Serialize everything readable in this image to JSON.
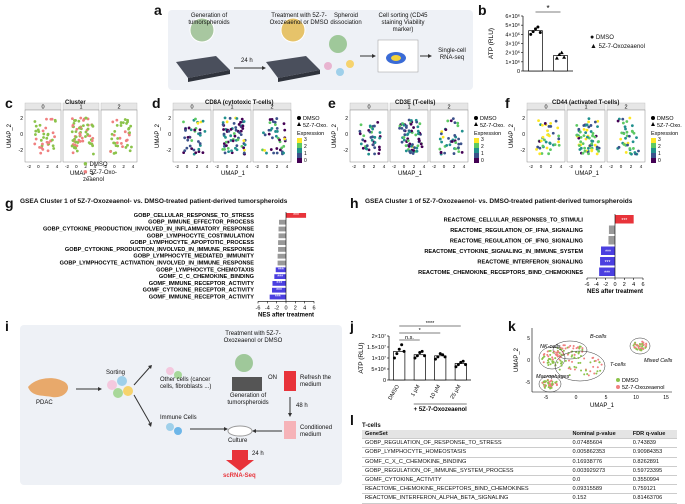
{
  "panel_labels": {
    "a": "a",
    "b": "b",
    "c": "c",
    "d": "d",
    "e": "e",
    "f": "f",
    "g": "g",
    "h": "h",
    "i": "i",
    "j": "j",
    "k": "k",
    "l": "l"
  },
  "panel_a": {
    "step1": "Generation of tumorspheroids",
    "step2": "Treatment with 5Z-7-Oxozeaenol or DMSO",
    "arrow_time": "24 h",
    "step3": "Spheroid dissociation",
    "step4": "Cell sorting (CD45 staining Viability marker)",
    "step5": "Single-cell RNA-seq"
  },
  "panel_b": {
    "ylabel": "ATP (RLU)",
    "ticks": [
      "0",
      "1×10⁶",
      "2×10⁶",
      "3×10⁶",
      "4×10⁶",
      "5×10⁶",
      "6×10⁶"
    ],
    "sig": "*",
    "legend": [
      "DMSO",
      "5Z-7-Oxozeaenol"
    ]
  },
  "umap_common": {
    "facets": [
      "0",
      "1",
      "2"
    ],
    "xlabel": "UMAP_1",
    "ylabel": "UMAP_2",
    "xticks": [
      "-2",
      "0",
      "2",
      "4"
    ],
    "yticks": [
      "2",
      "0",
      "-2"
    ]
  },
  "panel_c": {
    "title": "Cluster",
    "legend": [
      "DMSO",
      "5Z-7-Oxo-zeaenol"
    ]
  },
  "panel_d": {
    "title": "CD8A (cytotoxic T-cells)"
  },
  "panel_e": {
    "title": "CD3E (T-cells)"
  },
  "panel_f": {
    "title": "CD44 (activated T-cells)"
  },
  "expr_legend": {
    "shapes": [
      "DMSO",
      "5Z-7-Oxo."
    ],
    "title": "Expression",
    "ticks": [
      "3",
      "2",
      "1",
      "0"
    ]
  },
  "panel_g": {
    "title": "GSEA Cluster 1 of 5Z-7-Oxozeaenol- vs. DMSO-treated patient-derived tumorspheroids",
    "xlabel": "NES after treatment",
    "xticks": [
      "-6",
      "-4",
      "-2",
      "0",
      "2",
      "4",
      "6"
    ]
  },
  "panel_h": {
    "title": "GSEA Cluster 1 of 5Z-7-Oxozeaenol- vs. DMSO-treated patient-derived tumorspheroids",
    "xlabel": "NES after treatment",
    "xticks": [
      "-6",
      "-4",
      "-2",
      "0",
      "2",
      "4",
      "6"
    ]
  },
  "panel_i": {
    "pdac": "PDAC",
    "sorting": "Sorting",
    "other_cells": "Other cells (cancer cells, fibroblasts ...)",
    "treatment": "Treatment with 5Z-7-Oxozeaenol or DMSO",
    "on": "ON",
    "generation": "Generation of tumorspheroids",
    "refresh": "Refresh the medium",
    "h48": "48 h",
    "immune": "Immune Cells",
    "culture": "Culture",
    "conditioned": "Conditioned medium",
    "h24": "24 h",
    "scrna": "scRNA-Seq"
  },
  "panel_j": {
    "ylabel": "ATP (RLU)",
    "yticks": [
      "0",
      "5×10⁶",
      "1×10⁷",
      "1.5×10⁷",
      "2×10⁷"
    ],
    "sig": [
      "****",
      "*",
      "n.s."
    ],
    "group_label": "+ 5Z-7-Oxozeaenol"
  },
  "panel_k": {
    "labels": [
      "B-cells",
      "NK-cells",
      "T-cells",
      "Mixed Cells",
      "Macrophages"
    ],
    "legend": [
      "DMSO",
      "5Z-7-Oxozeaenol"
    ],
    "xlabel": "UMAP_1",
    "ylabel": "UMAP_2",
    "xticks": [
      "-5",
      "0",
      "5",
      "10",
      "15"
    ],
    "yticks": [
      "5",
      "0",
      "-5"
    ]
  },
  "panel_l": {
    "title": "T-cells",
    "headers": [
      "GeneSet",
      "Nominal p-value",
      "FDR q-value"
    ],
    "rows": [
      [
        "GOBP_REGULATION_OF_RESPONSE_TO_STRESS",
        "0.07485604",
        "0.743839"
      ],
      [
        "GOBP_LYMPHOCYTE_HOMEOSTASIS",
        "0.005862353",
        "0.90984353"
      ],
      [
        "GOMF_C_X_C_CHEMOKINE_BINDING",
        "0.16938776",
        "0.8262891"
      ],
      [
        "GOBP_REGULATION_OF_IMMUNE_SYSTEM_PROCESS",
        "0.003929273",
        "0.59723395"
      ],
      [
        "GOMF_CYTOKINE_ACTIVITY",
        "0.0",
        "0.3550994"
      ],
      [
        "REACTOME_CHEMOKINE_RECEPTORS_BIND_CHEMOKINES",
        "0.09315589",
        "0.759121"
      ],
      [
        "REACTOME_INTERFERON_ALPHA_BETA_SIGNALING",
        "0.152",
        "0.81463706"
      ]
    ]
  },
  "chart_data": [
    {
      "panel": "b",
      "type": "bar",
      "categories": [
        "DMSO",
        "5Z-7-Oxozeaenol"
      ],
      "values": [
        4400000,
        1700000
      ],
      "points": [
        [
          4000000,
          4300000,
          4600000,
          4800000,
          4200000
        ],
        [
          1400000,
          1800000,
          2000000,
          1500000
        ]
      ],
      "ylabel": "ATP (RLU)",
      "ylim": [
        0,
        6000000
      ]
    },
    {
      "panel": "g",
      "type": "bar",
      "categories": [
        "GOBP_CELLULAR_RESPONSE_TO_STRESS",
        "GOBP_IMMUNE_EFFECTOR_PROCESS",
        "GOBP_CYTOKINE_PRODUCTION_INVOLVED_IN_INFLAMMATORY_RESPONSE",
        "GOBP_LYMPHOCYTE_COSTIMULATION",
        "GOBP_LYMPHOCYTE_APOPTOTIC_PROCESS",
        "GOBP_CYTOKINE_PRODUCTION_INVOLVED_IN_IMMUNE_RESPONSE",
        "GOBP_LYMPHOCYTE_MEDIATED_IMMUNITY",
        "GOBP_LYMPHOCYTE_ACTIVATION_INVOLVED_IN_IMMUNE_RESPONSE",
        "GOBP_LYMPHOCYTE_CHEMOTAXIS",
        "GOMF_C_C_CHEMOKINE_BINDING",
        "GOMF_IMMUNE_RECEPTOR_ACTIVITY",
        "GOMF_CYTOKINE_RECEPTOR_ACTIVITY",
        "GOMF_IMMUNE_RECEPTOR_ACTIVITY"
      ],
      "values": [
        4.3,
        -1.5,
        -1.6,
        -1.6,
        -1.7,
        -1.7,
        -1.8,
        -1.8,
        -2.2,
        -2.5,
        -2.9,
        -3.0,
        -3.5
      ],
      "labels": [
        "***",
        "",
        "",
        "",
        "",
        "",
        "",
        "",
        "***",
        "***",
        "***",
        "***",
        "***"
      ],
      "xlabel": "NES after treatment",
      "xlim": [
        -6,
        6
      ]
    },
    {
      "panel": "h",
      "type": "bar",
      "categories": [
        "REACTOME_CELLULAR_RESPONSES_TO_STIMULI",
        "REACTOME_REGULATION_OF_IFNA_SIGNALING",
        "REACTOME_REGULATION_OF_IFNG_SIGNALING",
        "REACTOME_CYTOKINE_SIGNALING_IN_IMMUNE_SYSTEM",
        "REACTOME_INTERFERON_SIGNALING",
        "REACTOME_CHEMOKINE_RECEPTORS_BIND_CHEMOKINES"
      ],
      "values": [
        4.0,
        -1.3,
        -1.4,
        -3.0,
        -3.2,
        -3.4
      ],
      "labels": [
        "***",
        "",
        "",
        "***",
        "***",
        "***"
      ],
      "xlabel": "NES after treatment",
      "xlim": [
        -6,
        6
      ]
    },
    {
      "panel": "j",
      "type": "bar",
      "categories": [
        "DMSO",
        "1 µM",
        "10 µM",
        "25 µM"
      ],
      "values": [
        13000000,
        11500000,
        11000000,
        7500000
      ],
      "points": [
        [
          10000000,
          12000000,
          14000000,
          16000000,
          13000000
        ],
        [
          10000000,
          11000000,
          12500000,
          13000000,
          11000000
        ],
        [
          9500000,
          10500000,
          12000000,
          11500000,
          10500000
        ],
        [
          6000000,
          7000000,
          8000000,
          8500000,
          7000000
        ]
      ],
      "ylabel": "ATP (RLU)",
      "ylim": [
        0,
        20000000
      ]
    }
  ],
  "colors": {
    "gsea_up": "#e8333a",
    "gsea_down": "#4b3fe0",
    "gsea_ns": "#999999",
    "dmso": "#8bc34a",
    "treated": "#f08080",
    "viridis": [
      "#440154",
      "#3b528b",
      "#21908d",
      "#5dc963",
      "#fde725"
    ]
  }
}
